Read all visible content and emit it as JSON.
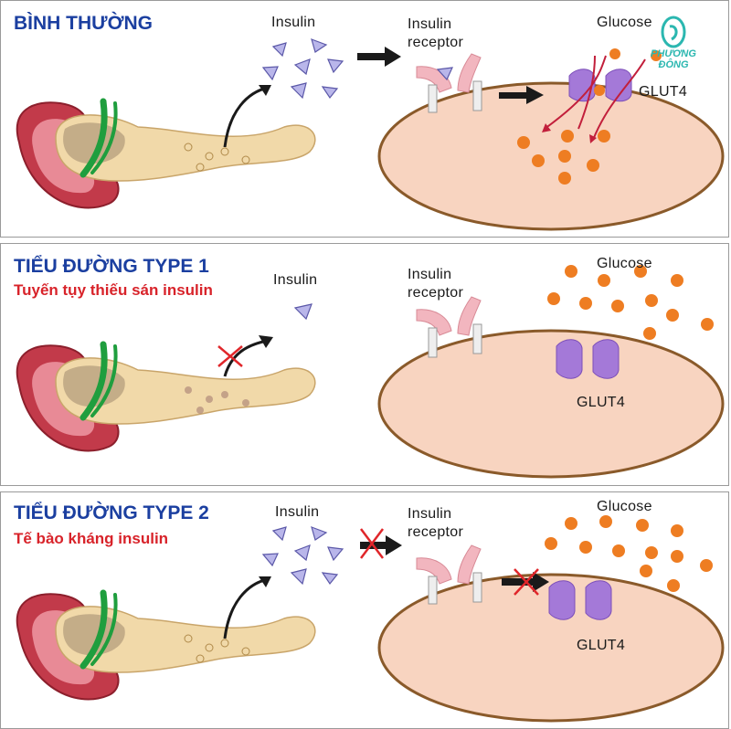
{
  "panels": [
    {
      "title": "BÌNH THƯỜNG",
      "subtitle": "",
      "labels": {
        "insulin": "Insulin",
        "receptor": "Insulin receptor",
        "glucose": "Glucose",
        "glut4": "GLUT4"
      },
      "state": "normal"
    },
    {
      "title": "TIỂU ĐƯỜNG TYPE 1",
      "subtitle": "Tuyến tụy thiếu sán insulin",
      "labels": {
        "insulin": "Insulin",
        "receptor": "Insulin receptor",
        "glucose": "Glucose",
        "glut4": "GLUT4"
      },
      "state": "type1"
    },
    {
      "title": "TIỂU ĐƯỜNG TYPE 2",
      "subtitle": "Tế bào kháng insulin",
      "labels": {
        "insulin": "Insulin",
        "receptor": "Insulin receptor",
        "glucose": "Glucose",
        "glut4": "GLUT4"
      },
      "state": "type2"
    }
  ],
  "logo": {
    "text": "PHƯƠNG ĐÔNG"
  },
  "colors": {
    "title": "#1b3fa0",
    "subtitle": "#d8232a",
    "cell": "#f8d4c0",
    "cell_border": "#8a5a2a",
    "glucose": "#ee7d22",
    "glut4": "#a479d8",
    "insulin": "#b9b6ea",
    "pancreas": "#f1d9a9",
    "blocked": "#e0262a"
  }
}
